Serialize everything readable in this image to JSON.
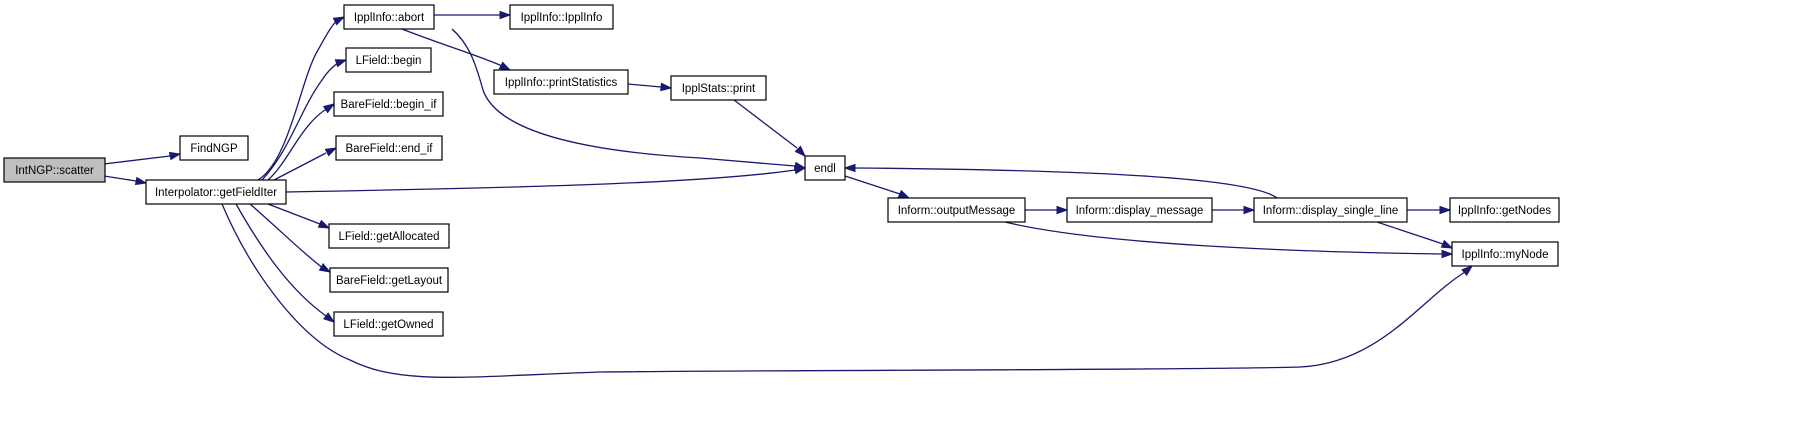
{
  "graph": {
    "nodes": [
      {
        "id": "n0",
        "label": "IntNGP::scatter",
        "highlighted": true
      },
      {
        "id": "n1",
        "label": "FindNGP"
      },
      {
        "id": "n2",
        "label": "Interpolator::getFieldIter"
      },
      {
        "id": "n3",
        "label": "IpplInfo::abort"
      },
      {
        "id": "n4",
        "label": "LField::begin"
      },
      {
        "id": "n5",
        "label": "BareField::begin_if"
      },
      {
        "id": "n6",
        "label": "BareField::end_if"
      },
      {
        "id": "n7",
        "label": "LField::getAllocated"
      },
      {
        "id": "n8",
        "label": "BareField::getLayout"
      },
      {
        "id": "n9",
        "label": "LField::getOwned"
      },
      {
        "id": "n10",
        "label": "IpplInfo::IpplInfo"
      },
      {
        "id": "n11",
        "label": "IpplInfo::printStatistics"
      },
      {
        "id": "n12",
        "label": "IpplStats::print"
      },
      {
        "id": "n13",
        "label": "endl"
      },
      {
        "id": "n14",
        "label": "Inform::outputMessage"
      },
      {
        "id": "n15",
        "label": "Inform::display_message"
      },
      {
        "id": "n16",
        "label": "Inform::display_single_line"
      },
      {
        "id": "n17",
        "label": "IpplInfo::getNodes"
      },
      {
        "id": "n18",
        "label": "IpplInfo::myNode"
      }
    ],
    "edges": [
      {
        "from": "n0",
        "to": "n1"
      },
      {
        "from": "n0",
        "to": "n2"
      },
      {
        "from": "n2",
        "to": "n3"
      },
      {
        "from": "n2",
        "to": "n4"
      },
      {
        "from": "n2",
        "to": "n5"
      },
      {
        "from": "n2",
        "to": "n6"
      },
      {
        "from": "n2",
        "to": "n13"
      },
      {
        "from": "n2",
        "to": "n7"
      },
      {
        "from": "n2",
        "to": "n8"
      },
      {
        "from": "n2",
        "to": "n9"
      },
      {
        "from": "n2",
        "to": "n18"
      },
      {
        "from": "n3",
        "to": "n10"
      },
      {
        "from": "n3",
        "to": "n11"
      },
      {
        "from": "n3",
        "to": "n13"
      },
      {
        "from": "n11",
        "to": "n12"
      },
      {
        "from": "n12",
        "to": "n13"
      },
      {
        "from": "n13",
        "to": "n14"
      },
      {
        "from": "n14",
        "to": "n15"
      },
      {
        "from": "n14",
        "to": "n18"
      },
      {
        "from": "n15",
        "to": "n16"
      },
      {
        "from": "n16",
        "to": "n13"
      },
      {
        "from": "n16",
        "to": "n17"
      },
      {
        "from": "n16",
        "to": "n18"
      }
    ],
    "colors": {
      "edge": "#191970",
      "root_fill": "#bfbfbf",
      "node_fill": "#ffffff",
      "border": "#000000"
    }
  }
}
